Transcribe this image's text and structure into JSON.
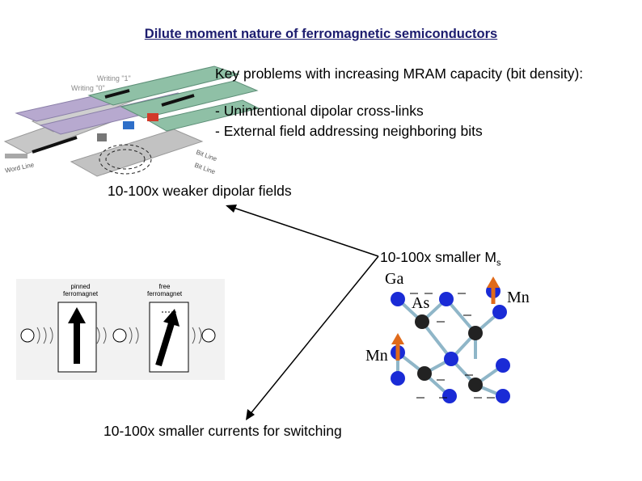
{
  "title": "Dilute moment nature of ferromagnetic semiconductors",
  "key_problems": {
    "heading": "Key problems with increasing MRAM capacity (bit density):",
    "item1": "- Unintentional dipolar cross-links",
    "item2": "- External field addressing neighboring bits"
  },
  "mram_figure": {
    "writing1": "Writing \"1\"",
    "writing0": "Writing \"0\"",
    "word_line": "Word Line",
    "bit_line_top": "Bit Line",
    "bit_line_bottom": "Bit Line"
  },
  "weaker_dipolar": "10-100x weaker dipolar fields",
  "smaller_ms": {
    "text": "10-100x smaller M",
    "subscript": "s"
  },
  "crystal": {
    "ga": "Ga",
    "as": "As",
    "mn_top": "Mn",
    "mn_left": "Mn"
  },
  "spin_figure": {
    "pinned": "pinned\nferromagnet",
    "free": "free\nferromagnet"
  },
  "smaller_currents": "10-100x smaller currents for switching",
  "colors": {
    "title": "#1c1c6e",
    "ball": "#1a2bd6",
    "mn_arrow": "#e06a1a",
    "lines": "#8fb6c8"
  }
}
